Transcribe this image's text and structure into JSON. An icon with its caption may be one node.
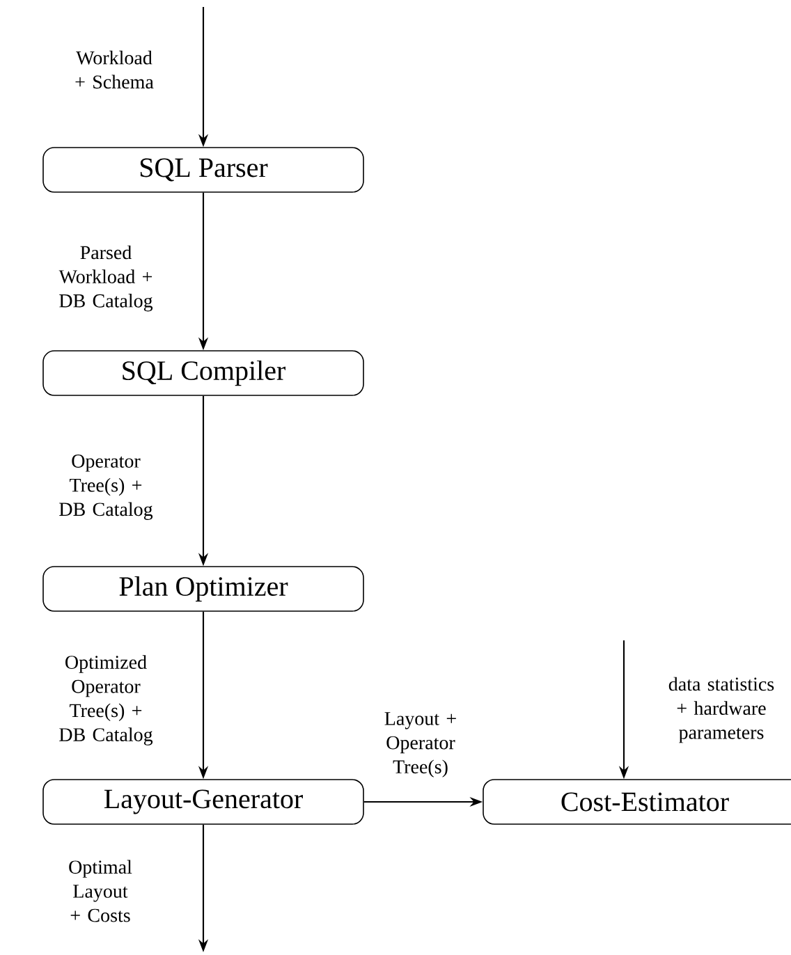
{
  "diagram": {
    "nodes": [
      {
        "text": [
          "SQL Parser"
        ]
      },
      {
        "text": [
          "SQL Compiler"
        ]
      },
      {
        "text": [
          "Plan Optimizer"
        ]
      },
      {
        "text": [
          "Layout-Generator"
        ]
      },
      {
        "text": [
          "Cost-Estimator"
        ]
      }
    ],
    "edges": [
      {
        "from": null,
        "to": 0,
        "arrow": "to",
        "label": "Workload + Schema"
      },
      {
        "from": 0,
        "to": 1,
        "arrow": "to",
        "label": "Parsed Workload + DB Catalog"
      },
      {
        "from": 1,
        "to": 2,
        "arrow": "to",
        "label": "Operator Tree(s) + DB Catalog"
      },
      {
        "from": 2,
        "to": 3,
        "arrow": "to",
        "label": "Optimized Operator Tree(s) + DB Catalog"
      },
      {
        "from": 3,
        "to": 4,
        "arrow": "to",
        "label": "Layout + Operator Tree(s)"
      },
      {
        "from": null,
        "to": 4,
        "arrow": "to",
        "label": "data statistics + hardware parameters"
      },
      {
        "from": 3,
        "to": null,
        "arrow": "to",
        "label": "Optimal Layout + Costs"
      }
    ]
  }
}
